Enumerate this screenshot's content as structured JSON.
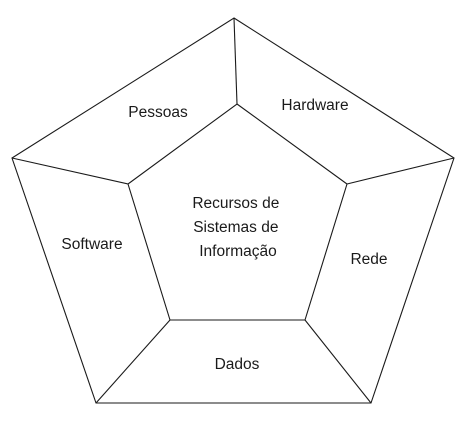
{
  "diagram": {
    "center": {
      "lines": [
        "Recursos de",
        "Sistemas de",
        "Informação"
      ]
    },
    "segments": {
      "top_left": "Pessoas",
      "top_right": "Hardware",
      "left": "Software",
      "right": "Rede",
      "bottom": "Dados"
    }
  }
}
